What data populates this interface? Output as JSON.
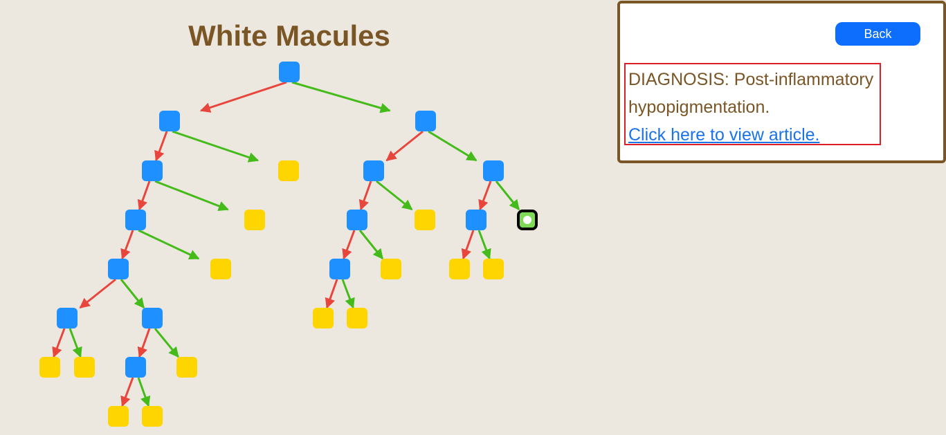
{
  "title": "White Macules",
  "panel": {
    "back_label": "Back",
    "diagnosis_text": "DIAGNOSIS: Post-inflammatory hypopigmentation.",
    "link_text": "Click here to view article."
  },
  "colors": {
    "background": "#ede8df",
    "title": "#7a5525",
    "decision_node": "#1e90ff",
    "leaf_node": "#ffd500",
    "selected_leaf": "#7ed957",
    "no_edge": "#e8453c",
    "yes_edge": "#44bb1a",
    "panel_border": "#7a5525",
    "highlight_border": "#dc1e28",
    "link": "#1a73e8",
    "button": "#0d6efd"
  },
  "tree": {
    "nodes": [
      {
        "id": "n0",
        "kind": "decision"
      },
      {
        "id": "n1",
        "kind": "decision"
      },
      {
        "id": "n2",
        "kind": "decision"
      },
      {
        "id": "n3",
        "kind": "decision"
      },
      {
        "id": "n4",
        "kind": "leaf"
      },
      {
        "id": "n5",
        "kind": "decision"
      },
      {
        "id": "n6",
        "kind": "decision"
      },
      {
        "id": "n7",
        "kind": "leaf"
      },
      {
        "id": "n8",
        "kind": "decision"
      },
      {
        "id": "n9",
        "kind": "decision"
      },
      {
        "id": "n10",
        "kind": "leaf"
      },
      {
        "id": "n11",
        "kind": "decision"
      },
      {
        "id": "n12",
        "kind": "leaf",
        "selected": true
      },
      {
        "id": "n13",
        "kind": "decision"
      },
      {
        "id": "n14",
        "kind": "leaf"
      },
      {
        "id": "n15",
        "kind": "decision"
      },
      {
        "id": "n16",
        "kind": "leaf"
      },
      {
        "id": "n17",
        "kind": "leaf"
      },
      {
        "id": "n18",
        "kind": "leaf"
      },
      {
        "id": "n19",
        "kind": "decision"
      },
      {
        "id": "n20",
        "kind": "decision"
      },
      {
        "id": "n21",
        "kind": "leaf"
      },
      {
        "id": "n22",
        "kind": "leaf"
      },
      {
        "id": "n23",
        "kind": "leaf"
      },
      {
        "id": "n24",
        "kind": "leaf"
      },
      {
        "id": "n25",
        "kind": "decision"
      },
      {
        "id": "n26",
        "kind": "leaf"
      },
      {
        "id": "n27",
        "kind": "leaf"
      },
      {
        "id": "n28",
        "kind": "leaf"
      }
    ],
    "edges": [
      {
        "from": "n0",
        "to": "n1",
        "branch": "no"
      },
      {
        "from": "n0",
        "to": "n2",
        "branch": "yes"
      },
      {
        "from": "n1",
        "to": "n3",
        "branch": "no"
      },
      {
        "from": "n1",
        "to": "n4",
        "branch": "yes"
      },
      {
        "from": "n2",
        "to": "n5",
        "branch": "no"
      },
      {
        "from": "n2",
        "to": "n6",
        "branch": "yes"
      },
      {
        "from": "n3",
        "to": "n8",
        "branch": "no"
      },
      {
        "from": "n3",
        "to": "n7",
        "branch": "yes"
      },
      {
        "from": "n5",
        "to": "n9",
        "branch": "no"
      },
      {
        "from": "n5",
        "to": "n10",
        "branch": "yes"
      },
      {
        "from": "n6",
        "to": "n11",
        "branch": "no"
      },
      {
        "from": "n6",
        "to": "n12",
        "branch": "yes"
      },
      {
        "from": "n8",
        "to": "n13",
        "branch": "no"
      },
      {
        "from": "n8",
        "to": "n14",
        "branch": "yes"
      },
      {
        "from": "n9",
        "to": "n15",
        "branch": "no"
      },
      {
        "from": "n9",
        "to": "n16",
        "branch": "yes"
      },
      {
        "from": "n11",
        "to": "n17",
        "branch": "no"
      },
      {
        "from": "n11",
        "to": "n18",
        "branch": "yes"
      },
      {
        "from": "n13",
        "to": "n19",
        "branch": "no"
      },
      {
        "from": "n13",
        "to": "n20",
        "branch": "yes"
      },
      {
        "from": "n15",
        "to": "n21",
        "branch": "no"
      },
      {
        "from": "n15",
        "to": "n22",
        "branch": "yes"
      },
      {
        "from": "n19",
        "to": "n23",
        "branch": "no"
      },
      {
        "from": "n19",
        "to": "n24",
        "branch": "yes"
      },
      {
        "from": "n20",
        "to": "n25",
        "branch": "no"
      },
      {
        "from": "n20",
        "to": "n26",
        "branch": "yes"
      },
      {
        "from": "n25",
        "to": "n27",
        "branch": "no"
      },
      {
        "from": "n25",
        "to": "n28",
        "branch": "yes"
      }
    ]
  }
}
